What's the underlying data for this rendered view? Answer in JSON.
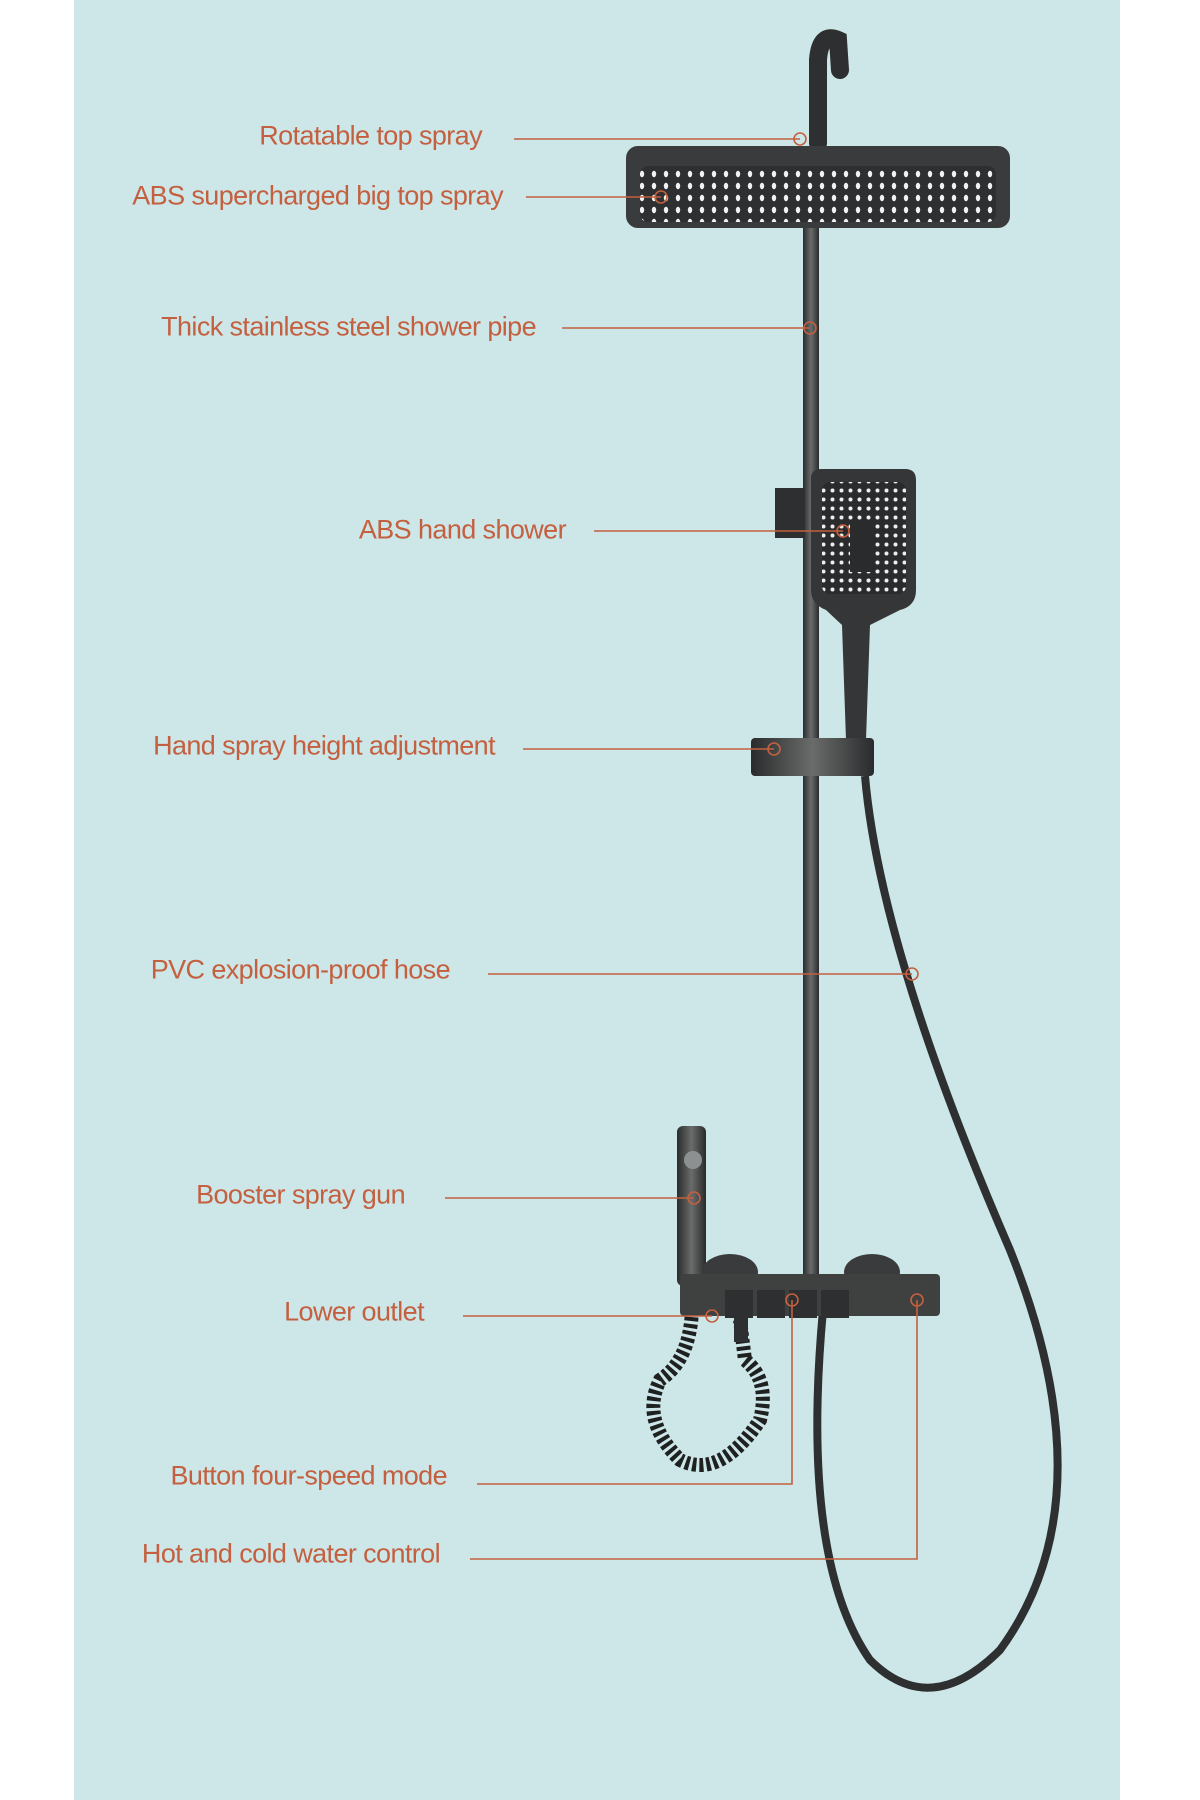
{
  "accent_color": "#c4603f",
  "background_color": "#cde6e8",
  "labels": {
    "rotatable_top_spray": "Rotatable top spray",
    "big_top_spray": "ABS supercharged big top spray",
    "shower_pipe": "Thick stainless steel shower pipe",
    "hand_shower": "ABS hand shower",
    "height_adjustment": "Hand spray height adjustment",
    "hose": "PVC explosion-proof hose",
    "booster_spray_gun": "Booster spray gun",
    "lower_outlet": "Lower outlet",
    "button_mode": "Button four-speed mode",
    "temperature_control": "Hot and cold water control"
  }
}
